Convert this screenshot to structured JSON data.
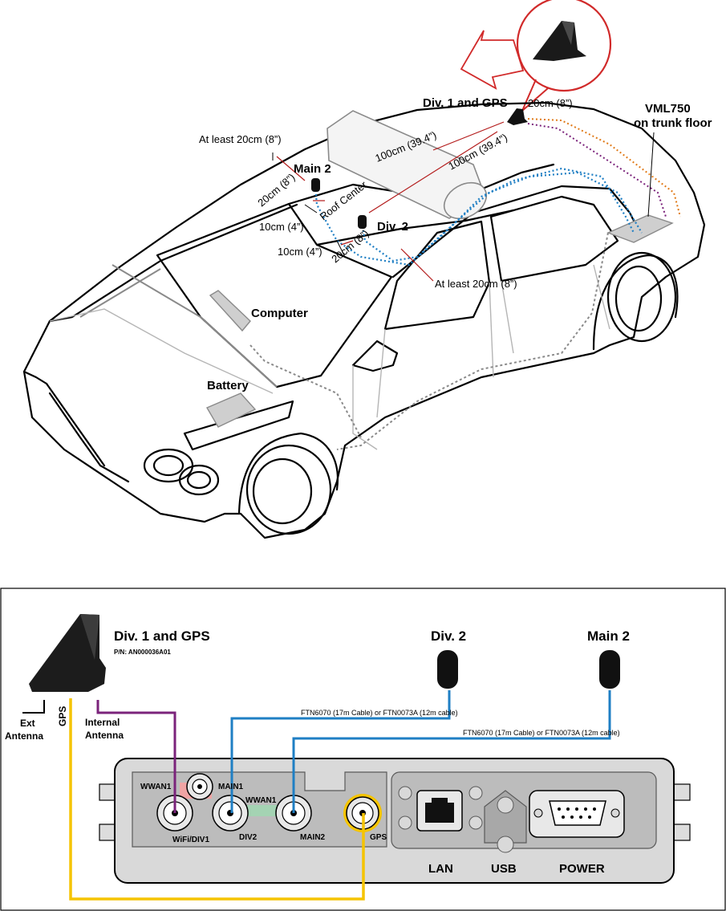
{
  "car_diagram": {
    "labels": {
      "div1_gps": "Div. 1 and GPS",
      "vml_line1": "VML750",
      "vml_line2": "on trunk floor",
      "main2": "Main 2",
      "div2": "Div. 2",
      "at_least_top": "At least 20cm (8”)",
      "at_least_bottom": "At least 20cm (8”)",
      "dist_100_a": "100cm (39.4”)",
      "dist_100_b": "100cm (39.4”)",
      "dist_20_top": "20cm (8”)",
      "dist_20_main": "20cm (8”)",
      "dist_20_div": "20cm (8”)",
      "dist_10_a": "10cm (4”)",
      "dist_10_b": "10cm (4”)",
      "roof_center": "Roof Center",
      "computer": "Computer",
      "battery": "Battery"
    }
  },
  "wiring_diagram": {
    "antenna_title": "Div. 1 and GPS",
    "antenna_pn": "P/N: AN000036A01",
    "div2_title": "Div. 2",
    "main2_title": "Main 2",
    "ext_line1": "Ext",
    "ext_line2": "Antenna",
    "gps_side": "GPS",
    "internal_line1": "Internal",
    "internal_line2": "Antenna",
    "cable_div2": "FTN6070 (17m Cable) or FTN0073A (12m cable)",
    "cable_main2": "FTN6070 (17m Cable) or FTN0073A (12m cable)",
    "ports": {
      "wwan1_top": "WWAN1",
      "main1": "MAIN1",
      "wwan1_mid": "WWAN1",
      "wifi_div1": "WiFi/DIV1",
      "div2": "DIV2",
      "main2": "MAIN2",
      "gps": "GPS"
    },
    "panel": {
      "lan": "LAN",
      "usb": "USB",
      "power": "POWER"
    },
    "colors": {
      "cable_blue": "#1f7fc4",
      "cable_purple": "#7b237b",
      "cable_yellow": "#f5c400",
      "dimension_red": "#b31b1b"
    }
  }
}
